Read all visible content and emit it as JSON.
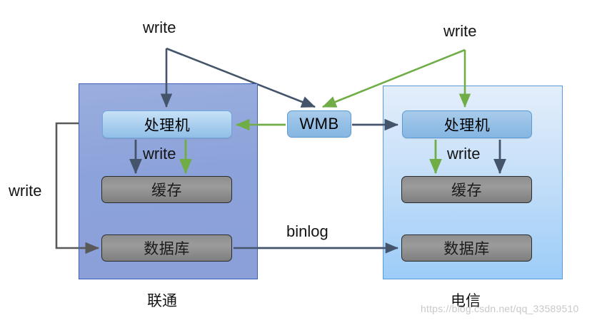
{
  "diagram": {
    "title_watermark": "https://blog.csdn.net/qq_33589510",
    "colors": {
      "dark_arrow": "#44546a",
      "green_arrow": "#70ad47",
      "gray_arrow": "#595959",
      "panel_left_fill": "#8ca2da",
      "panel_right_fill": "#bfdcf8",
      "node_blue_fill": "#a8cdee",
      "node_gray_fill": "#8e8e8e"
    },
    "panels": [
      {
        "id": "left",
        "caption": "联通"
      },
      {
        "id": "right",
        "caption": "电信"
      }
    ],
    "nodes": {
      "left_processor": "处理机",
      "left_cache": "缓存",
      "left_db": "数据库",
      "right_processor": "处理机",
      "right_cache": "缓存",
      "right_db": "数据库",
      "wmb": "WMB"
    },
    "edge_labels": {
      "write_top_left": "write",
      "write_top_right": "write",
      "write_left_inner": "write",
      "write_right_inner": "write",
      "write_outer_left": "write",
      "binlog": "binlog"
    },
    "captions": {
      "left": "联通",
      "right": "电信"
    }
  }
}
